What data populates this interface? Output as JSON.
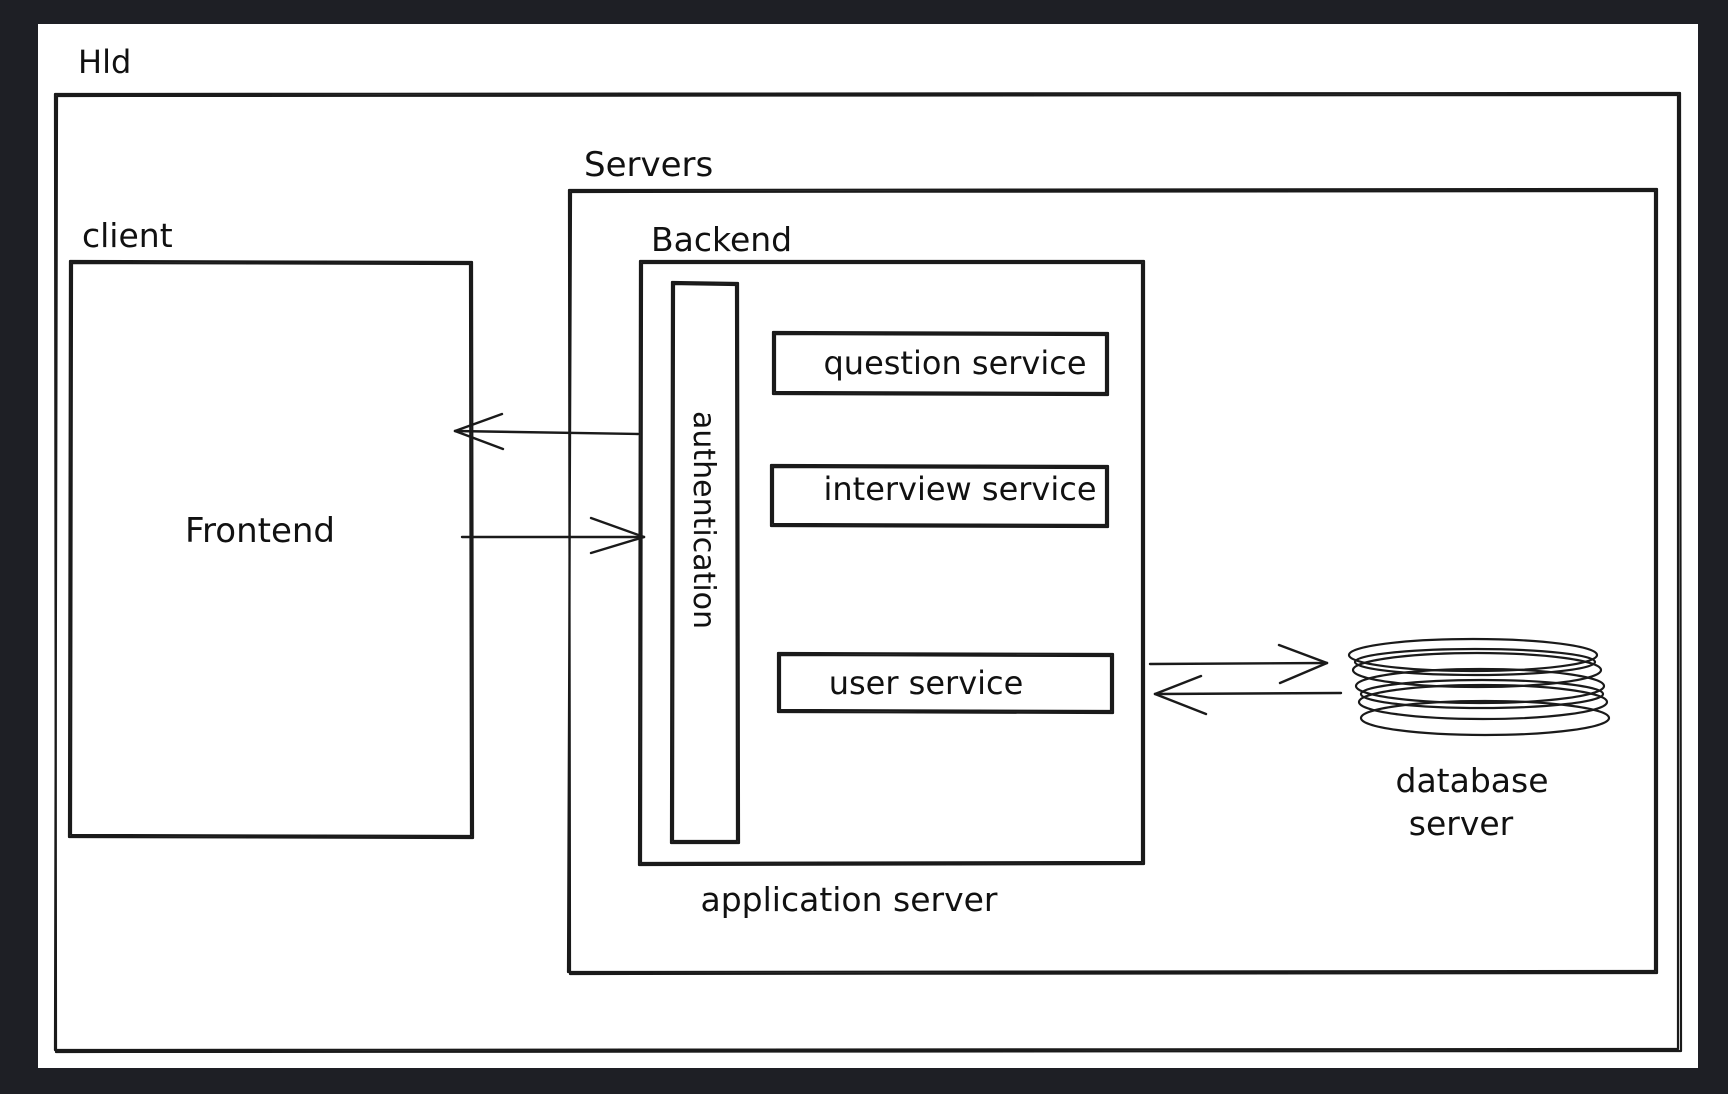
{
  "colors": {
    "frame": "#1e1f25",
    "canvas": "#ffffff",
    "ink": "#1a1a1a"
  },
  "labels": {
    "hld": "Hld",
    "servers": "Servers",
    "client": "client",
    "frontend": "Frontend",
    "backend": "Backend",
    "authentication": "authentication",
    "question_service": "question service",
    "interview_service": "interview service",
    "user_service": "user service",
    "application_server": "application server",
    "database_server_line1": "database",
    "database_server_line2": "server"
  }
}
